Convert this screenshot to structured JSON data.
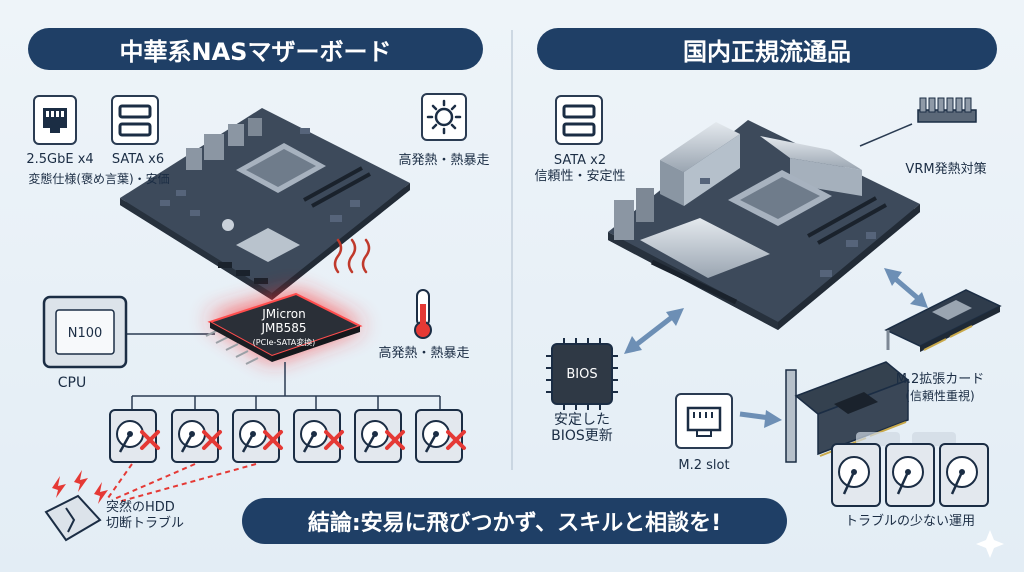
{
  "left": {
    "title": "中華系NASマザーボード",
    "lan_label": "2.5GbE x4",
    "lan_note": "変態仕様(褒め言葉)・安価",
    "sata_label": "SATA x6",
    "heat_top": "高発熱・熱暴走",
    "heat_mid": "高発熱・熱暴走",
    "cpu_chip": "N100",
    "cpu_label": "CPU",
    "controller_name1": "JMicron",
    "controller_name2": "JMB585",
    "controller_note": "(PCIe-SATA変換)",
    "hdd_trouble1": "突然のHDD",
    "hdd_trouble2": "切断トラブル"
  },
  "right": {
    "title": "国内正規流通品",
    "sata_label1": "SATA x2",
    "sata_label2": "信頼性・安定性",
    "vrm_label": "VRM発熱対策",
    "bios_chip": "BIOS",
    "bios_label1": "安定した",
    "bios_label2": "BIOS更新",
    "m2_slot_label": "M.2 slot",
    "m2_card_label1": "M.2拡張カード",
    "m2_card_label2": "(信頼性重視)",
    "low_trouble_label": "トラブルの少ない運用"
  },
  "conclusion": "結論:安易に飛びつかず、スキルと相談を!",
  "colors": {
    "navy": "#1f3f66",
    "alert_red": "#e53935",
    "board": "#3d4a5b",
    "background": "#e9f1f7"
  }
}
